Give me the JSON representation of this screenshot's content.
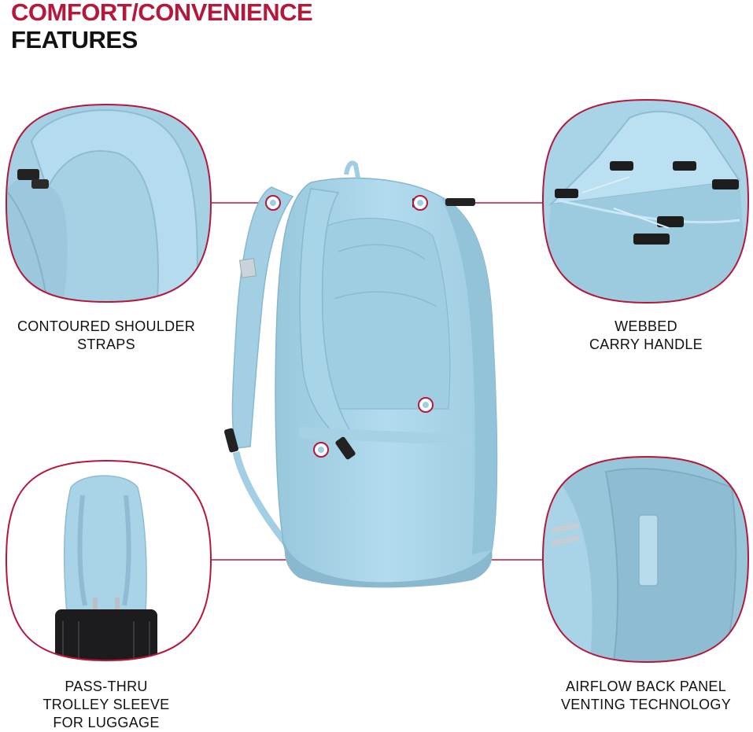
{
  "header": {
    "line1": "COMFORT/CONVENIENCE",
    "line2": "FEATURES"
  },
  "features": [
    {
      "id": "shoulder-straps",
      "lines": [
        "CONTOURED SHOULDER",
        "STRAPS"
      ]
    },
    {
      "id": "carry-handle",
      "lines": [
        "WEBBED",
        "CARRY HANDLE"
      ]
    },
    {
      "id": "trolley-sleeve",
      "lines": [
        "PASS-THRU",
        "TROLLEY SLEEVE",
        "FOR LUGGAGE"
      ]
    },
    {
      "id": "back-panel",
      "lines": [
        "AIRFLOW BACK PANEL",
        "VENTING TECHNOLOGY"
      ]
    }
  ],
  "colors": {
    "accent": "#b5183a",
    "backpack": "#a9d3e6",
    "backpack_shade": "#8fbfd6",
    "luggage": "#1c1c1e"
  }
}
